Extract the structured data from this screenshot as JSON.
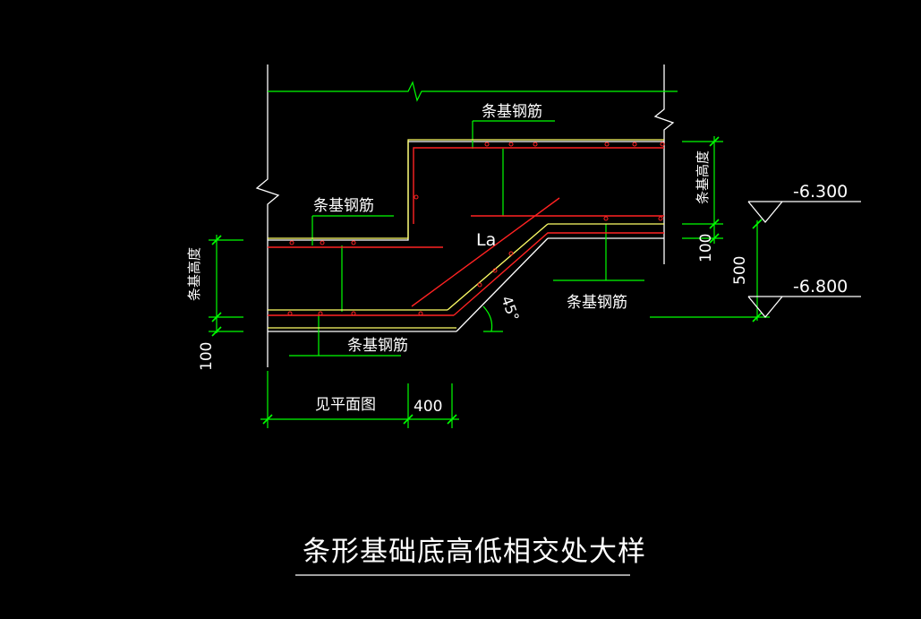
{
  "drawing": {
    "title": "条形基础底高低相交处大样",
    "labels": {
      "rebar_top": "条基钢筋",
      "rebar_left_upper": "条基钢筋",
      "rebar_right_lower": "条基钢筋",
      "rebar_bottom": "条基钢筋",
      "anchor_length": "La",
      "angle": "45°",
      "height_left": "条基高度",
      "height_right": "条基高度",
      "see_plan": "见平面图"
    },
    "dimensions": {
      "d100_left": "100",
      "d100_right": "100",
      "d500": "500",
      "d400": "400"
    },
    "elevations": {
      "upper": "-6.300",
      "lower": "-6.800"
    }
  },
  "colors": {
    "background": "#000000",
    "outline": "#ffffff",
    "dimension": "#00ff00",
    "rebar_outline": "#ffff66",
    "rebar": "#ff2222",
    "text": "#ffffff"
  }
}
